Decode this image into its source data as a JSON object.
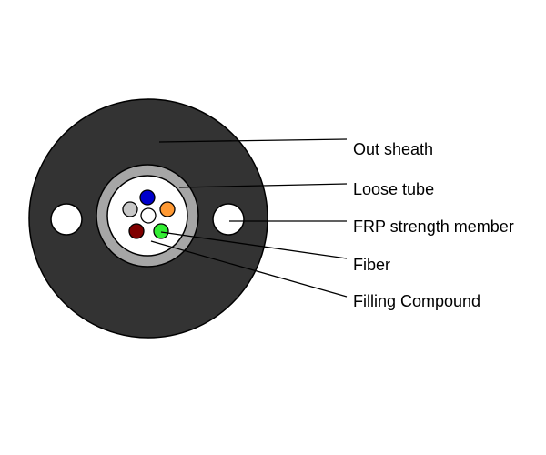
{
  "diagram": {
    "labels": {
      "out_sheath": "Out sheath",
      "loose_tube": "Loose tube",
      "frp_strength_member": "FRP strength member",
      "fiber": "Fiber",
      "filling_compound": "Filling Compound"
    },
    "colors": {
      "sheath": "#333333",
      "loose_tube": "#a6a6a6",
      "filling_compound": "#ffffff",
      "fiber_blue": "#0000cc",
      "fiber_orange": "#ff9933",
      "fiber_green": "#33ee33",
      "fiber_brown": "#800000",
      "fiber_grey": "#c8c8c8",
      "fiber_white": "#ffffff",
      "strength_member": "#ffffff",
      "outline": "#000000"
    }
  }
}
